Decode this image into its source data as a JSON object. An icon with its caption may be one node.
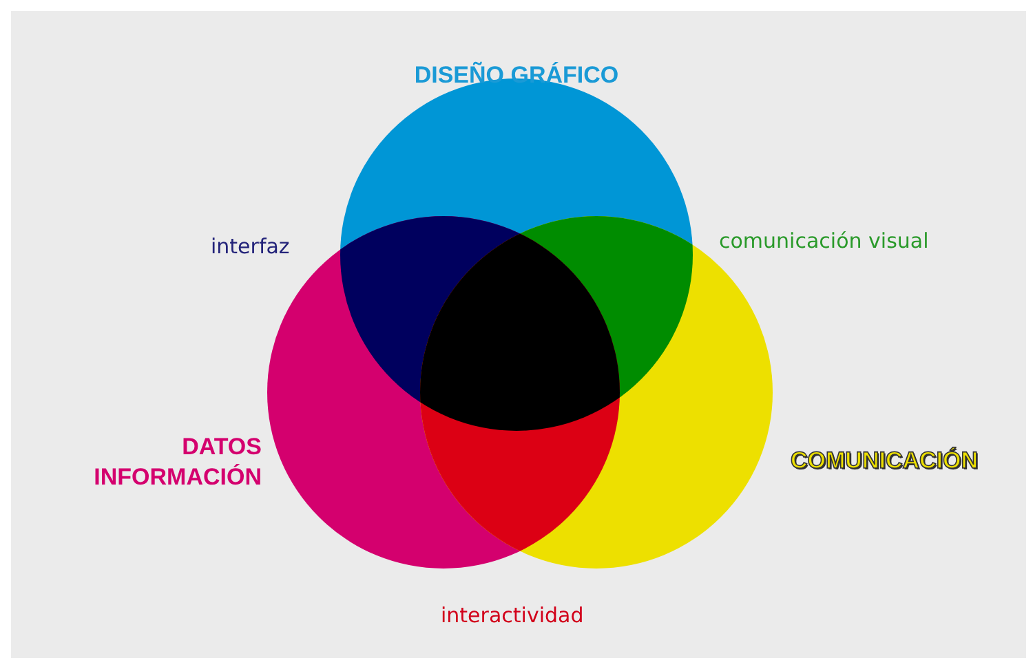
{
  "diagram": {
    "nodes": [
      {
        "text": [
          "DISEÑO GRÁFICO"
        ]
      },
      {
        "text": [
          "DATOS INFORMACIÓN"
        ]
      },
      {
        "text": [
          "COMUNICACIÓN"
        ]
      }
    ],
    "labels": [
      "interfaz",
      "comunicación visual",
      "interactividad"
    ]
  }
}
